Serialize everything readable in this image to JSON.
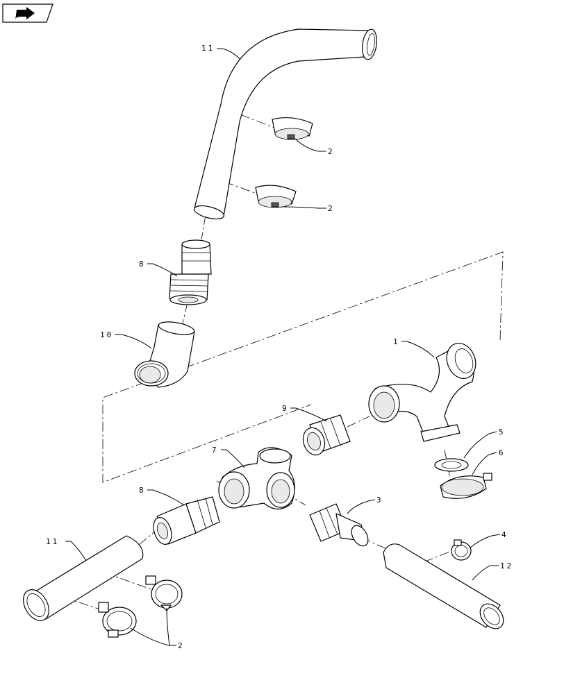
{
  "callouts": {
    "c11_top": "11",
    "c2_a": "2",
    "c2_b": "2",
    "c8_top": "8",
    "c10": "10",
    "c1": "1",
    "c9": "9",
    "c7": "7",
    "c5": "5",
    "c6": "6",
    "c8_bottom": "8",
    "c3": "3",
    "c4": "4",
    "c11_bottom": "11",
    "c12": "12",
    "c2_c": "2"
  },
  "icons": {
    "corner": "return-arrow-icon"
  }
}
